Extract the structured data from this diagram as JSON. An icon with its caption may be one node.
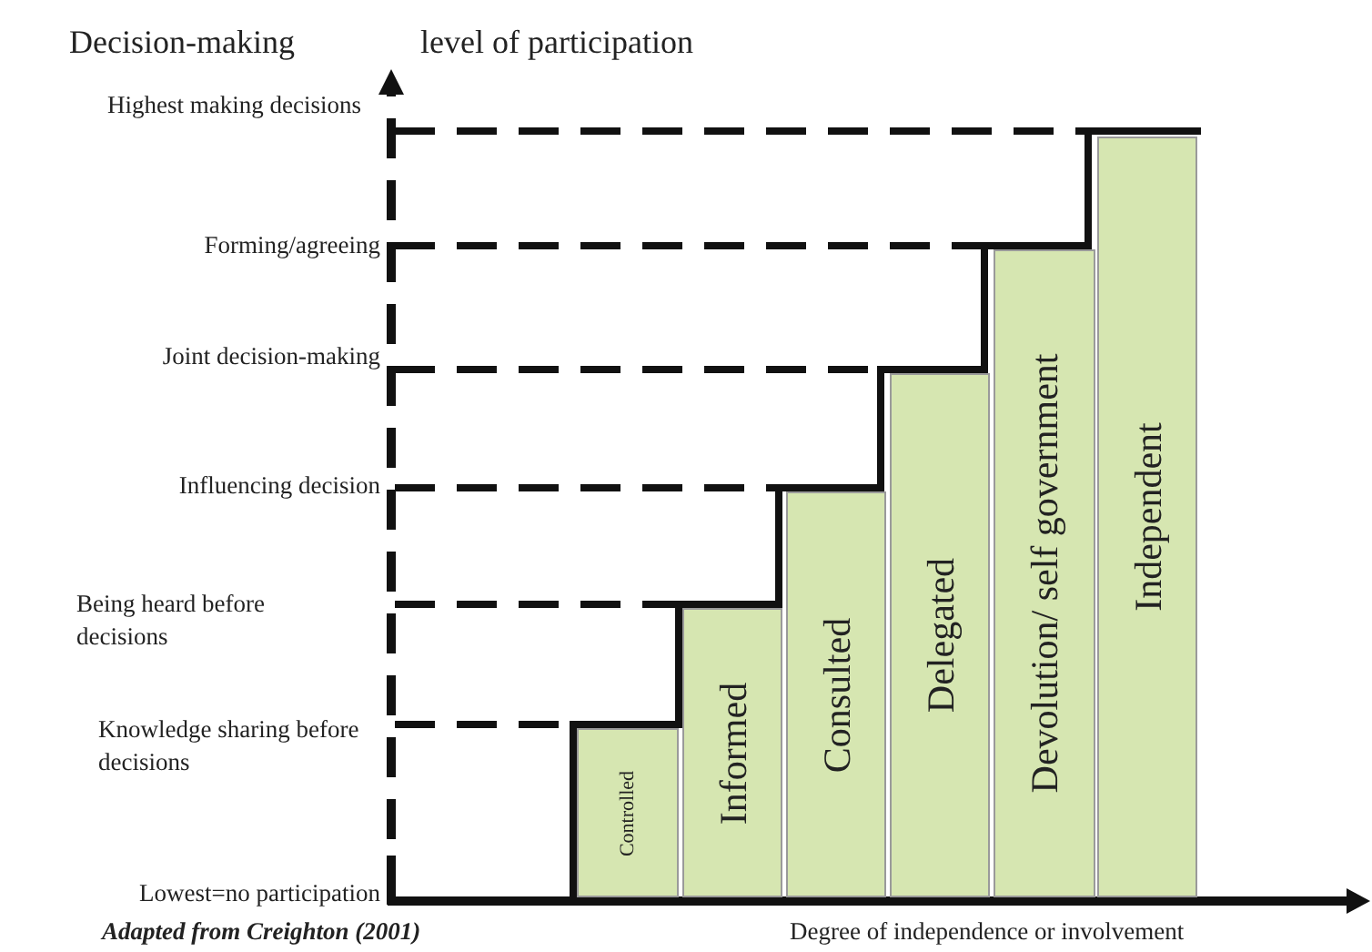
{
  "diagram": {
    "caption": "Adapted from Creighton (2001)",
    "nodes": [
      {
        "text": [
          "Controlled"
        ]
      },
      {
        "text": [
          "Informed"
        ]
      },
      {
        "text": [
          "Consulted"
        ]
      },
      {
        "text": [
          "Delegated"
        ]
      },
      {
        "text": [
          "Devolution/ self government"
        ]
      },
      {
        "text": [
          "Independent"
        ]
      }
    ],
    "edges": [],
    "labels": [
      "Decision-making",
      "level of participation",
      "Highest making decisions",
      "Forming/agreeing",
      "Joint decision-making",
      "Influencing decision",
      "Being heard before decisions",
      "Knowledge sharing before decisions",
      "Lowest=no participation",
      "Degree of independence or involvement"
    ]
  }
}
